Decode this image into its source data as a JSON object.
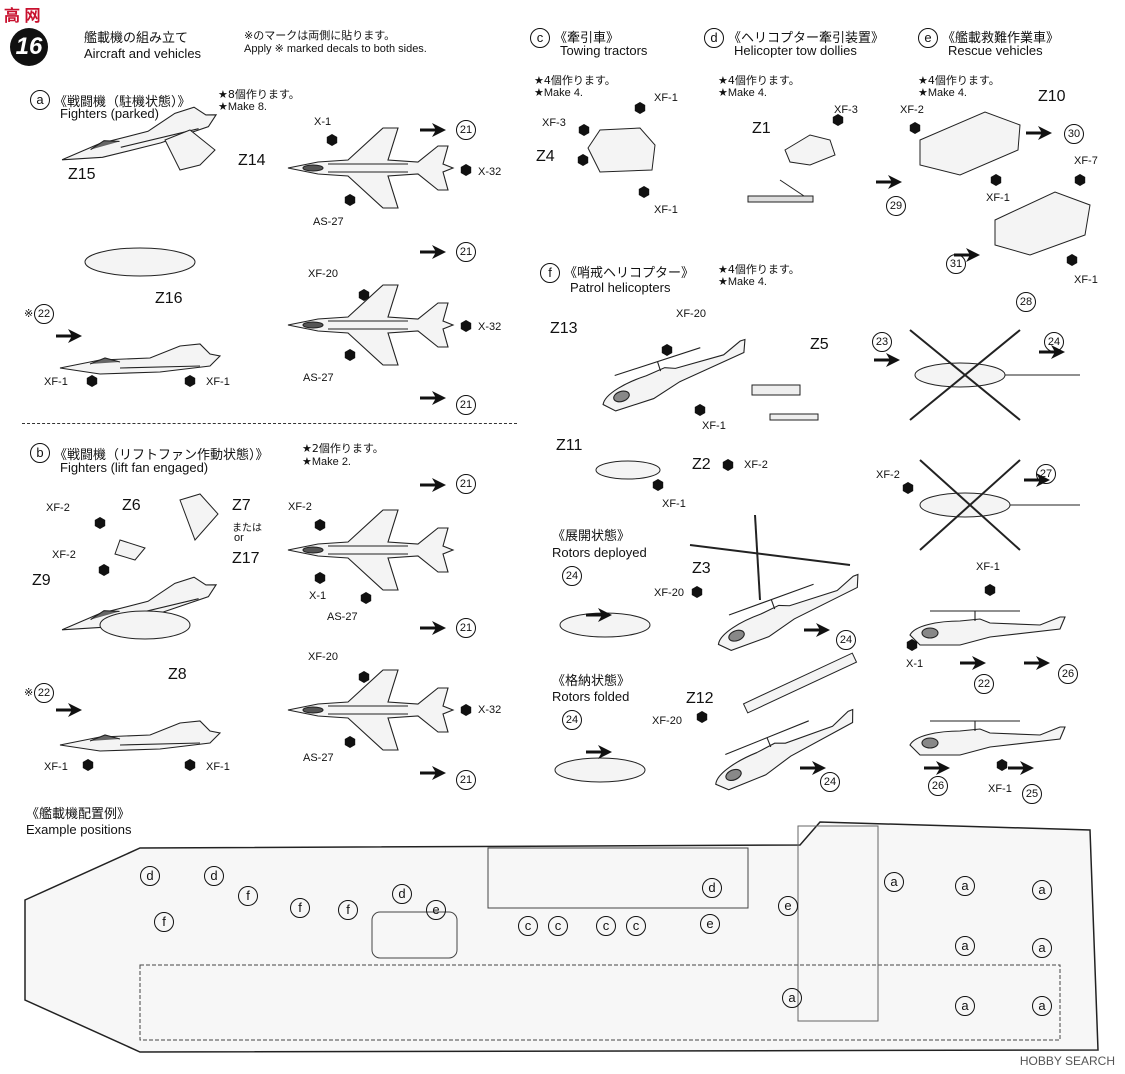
{
  "watermark": "高 网",
  "step_number": "16",
  "header": {
    "title_jp": "艦載機の組み立て",
    "title_en": "Aircraft and vehicles",
    "note_jp": "※のマークは両側に貼ります。",
    "note_en": "Apply ※ marked decals to both sides."
  },
  "sections": {
    "a": {
      "letter": "a",
      "title_jp": "《戦闘機（駐機状態）》",
      "title_en": "Fighters (parked)",
      "qty_jp": "★8個作ります。",
      "qty_en": "★Make 8."
    },
    "b": {
      "letter": "b",
      "title_jp": "《戦闘機（リフトファン作動状態）》",
      "title_en": "Fighters (lift fan engaged)",
      "qty_jp": "★2個作ります。",
      "qty_en": "★Make 2."
    },
    "c": {
      "letter": "c",
      "title_jp": "《牽引車》",
      "title_en": "Towing tractors",
      "qty_jp": "★4個作ります。",
      "qty_en": "★Make 4."
    },
    "d": {
      "letter": "d",
      "title_jp": "《ヘリコプター牽引装置》",
      "title_en": "Helicopter tow dollies",
      "qty_jp": "★4個作ります。",
      "qty_en": "★Make 4."
    },
    "e": {
      "letter": "e",
      "title_jp": "《艦載救難作業車》",
      "title_en": "Rescue vehicles",
      "qty_jp": "★4個作ります。",
      "qty_en": "★Make 4."
    },
    "f": {
      "letter": "f",
      "title_jp": "《哨戒ヘリコプター》",
      "title_en": "Patrol helicopters",
      "qty_jp": "★4個作ります。",
      "qty_en": "★Make 4."
    }
  },
  "rotors_deployed": {
    "jp": "《展開状態》",
    "en": "Rotors deployed"
  },
  "rotors_folded": {
    "jp": "《格納状態》",
    "en": "Rotors folded"
  },
  "example": {
    "jp": "《艦載機配置例》",
    "en": "Example positions"
  },
  "parts": {
    "z15": "Z15",
    "z14": "Z14",
    "z16": "Z16",
    "z6": "Z6",
    "z7": "Z7",
    "z17": "Z17",
    "z9": "Z9",
    "z8": "Z8",
    "or_jp": "または",
    "or_en": "or",
    "z4": "Z4",
    "z1": "Z1",
    "z10": "Z10",
    "z13": "Z13",
    "z5": "Z5",
    "z11": "Z11",
    "z2": "Z2",
    "z3": "Z3",
    "z12": "Z12"
  },
  "paints": {
    "xf1": "XF-1",
    "xf2": "XF-2",
    "xf3": "XF-3",
    "xf7": "XF-7",
    "xf20": "XF-20",
    "x1": "X-1",
    "x32": "X-32",
    "as27": "AS-27"
  },
  "decals": {
    "d21": "21",
    "d22": "22",
    "d23": "23",
    "d24": "24",
    "d25": "25",
    "d26": "26",
    "d27": "27",
    "d28": "28",
    "d29": "29",
    "d30": "30",
    "d31": "31",
    "mark": "※"
  },
  "deck_marks": [
    "a",
    "f",
    "d",
    "c",
    "e"
  ],
  "footer": "HOBBY SEARCH"
}
